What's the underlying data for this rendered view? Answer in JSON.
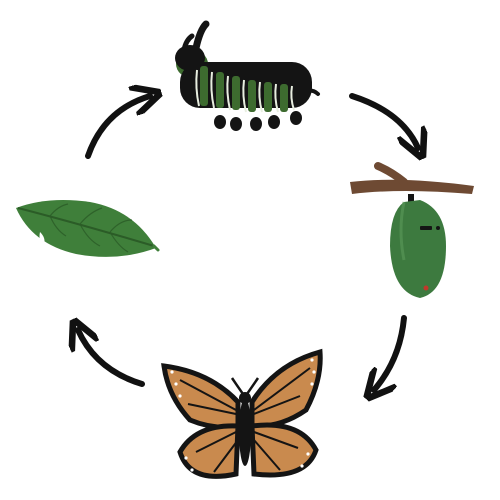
{
  "diagram": {
    "type": "cycle",
    "stages": [
      {
        "name": "caterpillar-stage",
        "icon": "caterpillar-icon"
      },
      {
        "name": "chrysalis-stage",
        "icon": "chrysalis-icon"
      },
      {
        "name": "butterfly-stage",
        "icon": "monarch-butterfly-icon"
      },
      {
        "name": "leaf-stage",
        "icon": "milkweed-leaf-icon"
      }
    ],
    "arrows": [
      {
        "name": "arrow-caterpillar-to-chrysalis",
        "icon": "curved-arrow-icon"
      },
      {
        "name": "arrow-chrysalis-to-butterfly",
        "icon": "curved-arrow-icon"
      },
      {
        "name": "arrow-butterfly-to-leaf",
        "icon": "curved-arrow-icon"
      },
      {
        "name": "arrow-leaf-to-caterpillar",
        "icon": "curved-arrow-icon"
      }
    ]
  },
  "colors": {
    "background": "#ffffff",
    "arrow": "#111111",
    "leaf": "#3f7f3a",
    "caterpillar_black": "#141414",
    "caterpillar_green": "#3d6b2f",
    "caterpillar_white": "#e8eee0",
    "chrysalis": "#3d7a3f",
    "twig": "#6e4a33",
    "wing_orange": "#c98a4e",
    "wing_black": "#141414"
  }
}
